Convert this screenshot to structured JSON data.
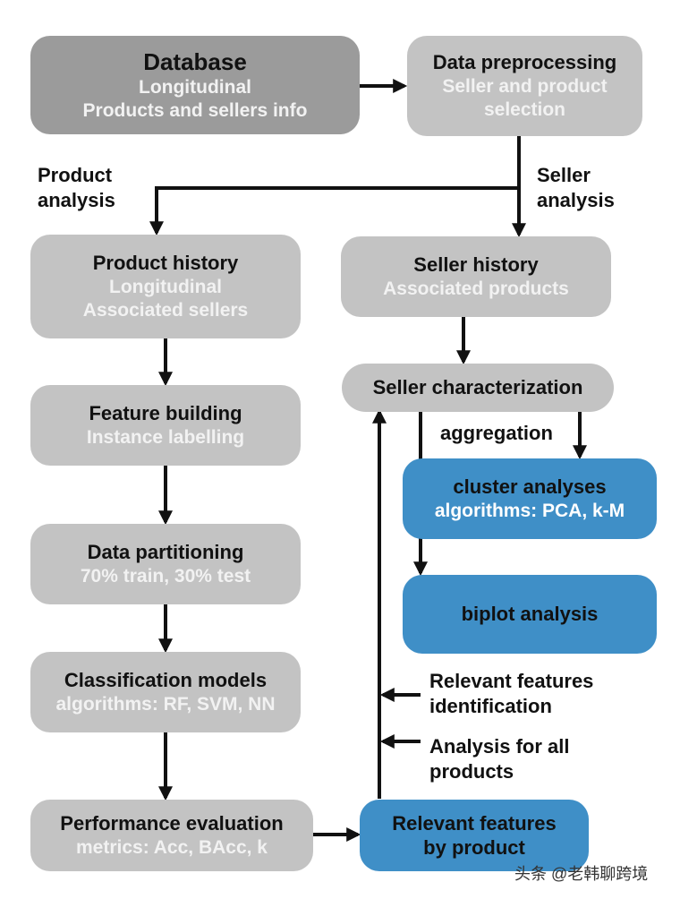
{
  "nodes": {
    "database": {
      "title": "Database",
      "sub1": "Longitudinal",
      "sub2": "Products and sellers info"
    },
    "preprocessing": {
      "title": "Data preprocessing",
      "sub1": "Seller and product",
      "sub2": "selection"
    },
    "product_history": {
      "title": "Product history",
      "sub1": "Longitudinal",
      "sub2": "Associated sellers"
    },
    "seller_history": {
      "title": "Seller history",
      "sub1": "Associated products"
    },
    "feature_building": {
      "title": "Feature building",
      "sub1": "Instance labelling"
    },
    "seller_char": {
      "title": "Seller characterization"
    },
    "cluster": {
      "title": "cluster analyses",
      "sub1": "algorithms: PCA, k-M"
    },
    "data_partition": {
      "title": "Data partitioning",
      "sub1": "70% train, 30% test"
    },
    "biplot": {
      "title": "biplot analysis"
    },
    "classification": {
      "title": "Classification models",
      "sub1": "algorithms: RF, SVM, NN"
    },
    "performance": {
      "title": "Performance evaluation",
      "sub1": "metrics: Acc, BAcc, k"
    },
    "relevant": {
      "title": "Relevant features",
      "sub1": "by product"
    }
  },
  "labels": {
    "product_analysis": [
      "Product",
      "analysis"
    ],
    "seller_analysis": [
      "Seller",
      "analysis"
    ],
    "aggregation": "aggregation",
    "relevant_identification": [
      "Relevant features",
      "identification"
    ],
    "analysis_all": [
      "Analysis for all",
      "products"
    ]
  },
  "watermark": "头条 @老韩聊跨境",
  "colors": {
    "gray_box": "#c3c3c3",
    "dark_box": "#9b9b9b",
    "blue_box": "#3f8fc7",
    "arrow": "#111111"
  }
}
